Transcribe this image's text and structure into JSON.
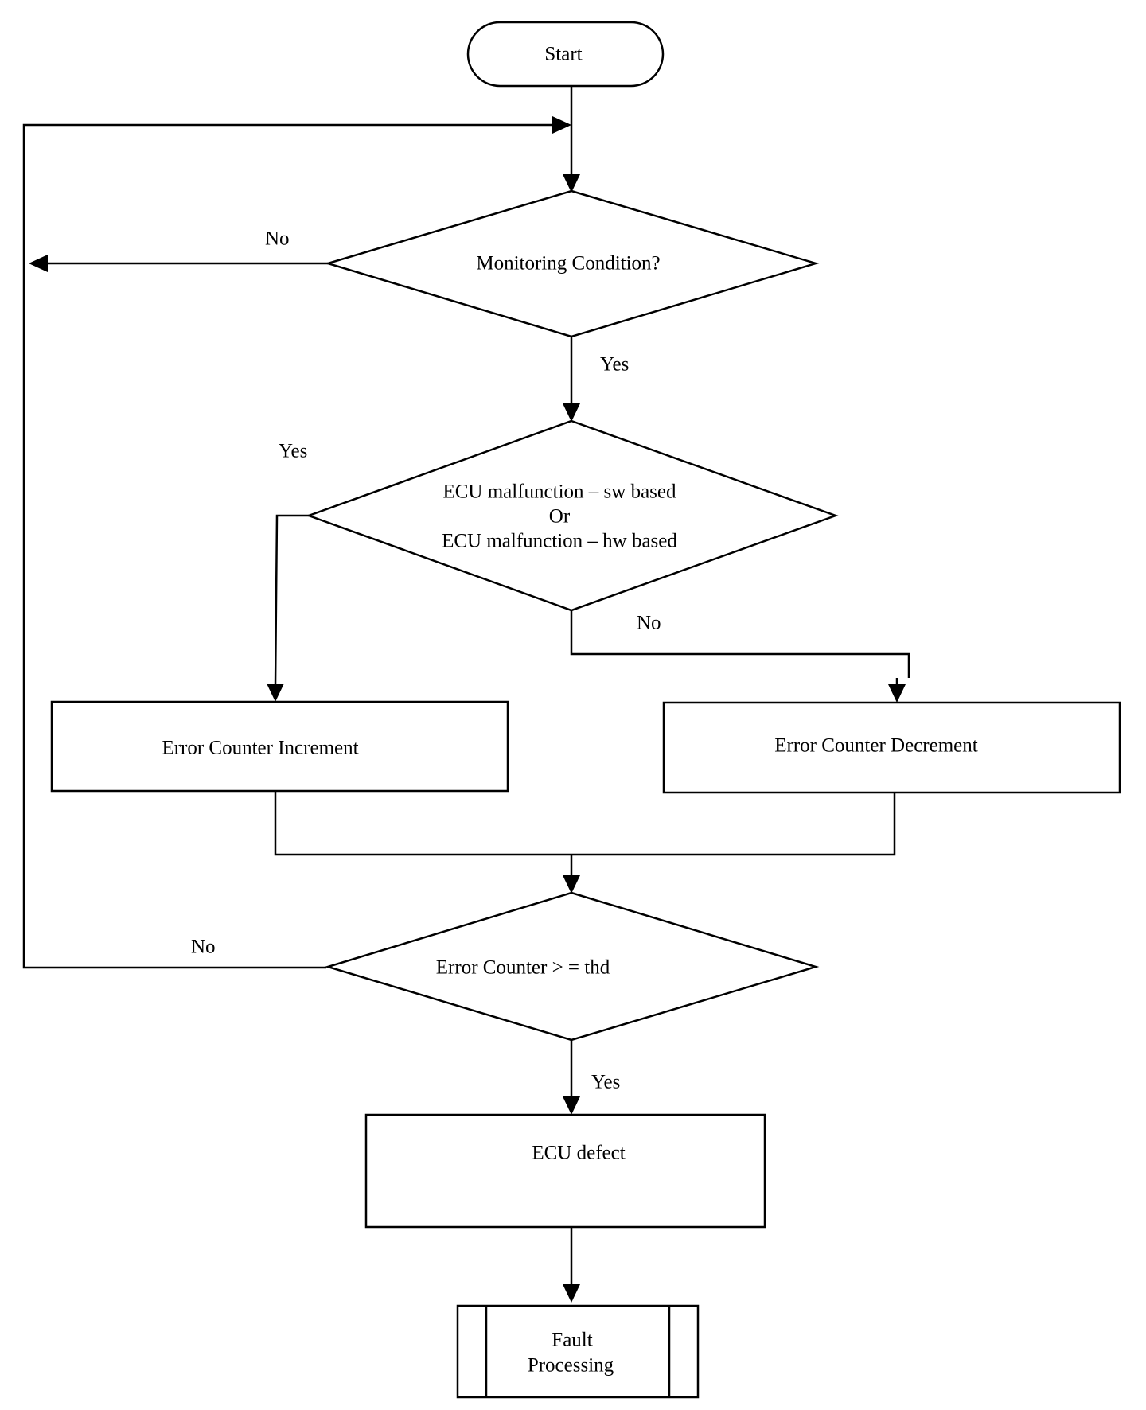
{
  "nodes": {
    "start": "Start",
    "monitoring": "Monitoring Condition?",
    "malfunction": [
      "ECU malfunction – sw based",
      "Or",
      "ECU malfunction – hw based"
    ],
    "increment": "Error Counter Increment",
    "decrement": "Error Counter Decrement",
    "threshold": "Error Counter > = thd",
    "defect": "ECU defect",
    "fault": [
      "Fault",
      "Processing"
    ]
  },
  "edges": {
    "monitoring_no": "No",
    "monitoring_yes": "Yes",
    "malfunction_yes": "Yes",
    "malfunction_no": "No",
    "threshold_no": "No",
    "threshold_yes": "Yes"
  }
}
